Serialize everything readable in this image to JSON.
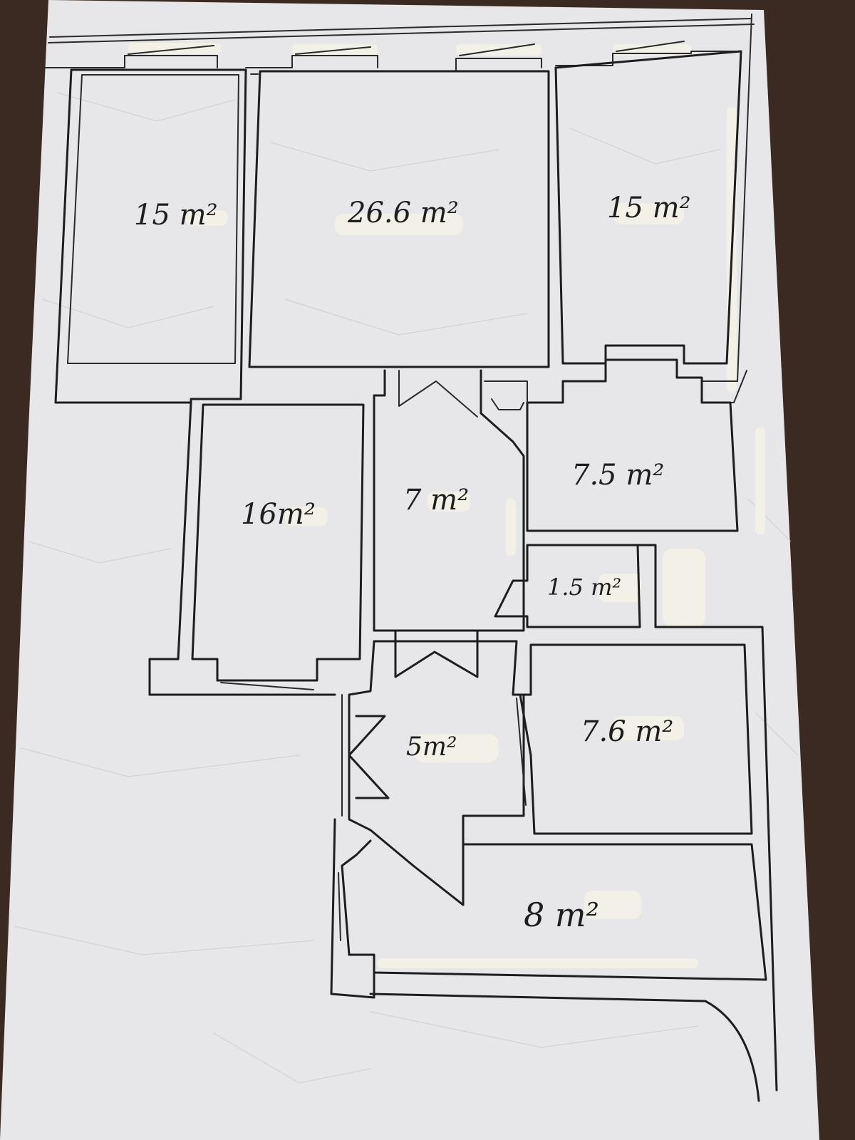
{
  "floor_plan": {
    "colors": {
      "table": "#3a2a22",
      "paper": "#e7e7ea",
      "ink": "#1e1e1e"
    },
    "rooms": [
      {
        "id": "room-top-left",
        "label": "15 m²"
      },
      {
        "id": "room-top-center",
        "label": "26.6 m²"
      },
      {
        "id": "room-top-right",
        "label": "15 m²"
      },
      {
        "id": "room-middle-left",
        "label": "16m²"
      },
      {
        "id": "room-center-hall",
        "label": "7 m²"
      },
      {
        "id": "room-right-7-5",
        "label": "7.5 m²"
      },
      {
        "id": "room-small-1-5",
        "label": "1.5 m²"
      },
      {
        "id": "room-lower-hall",
        "label": "5m²"
      },
      {
        "id": "room-right-7-6",
        "label": "7.6 m²"
      },
      {
        "id": "room-bottom",
        "label": "8 m²"
      }
    ]
  }
}
